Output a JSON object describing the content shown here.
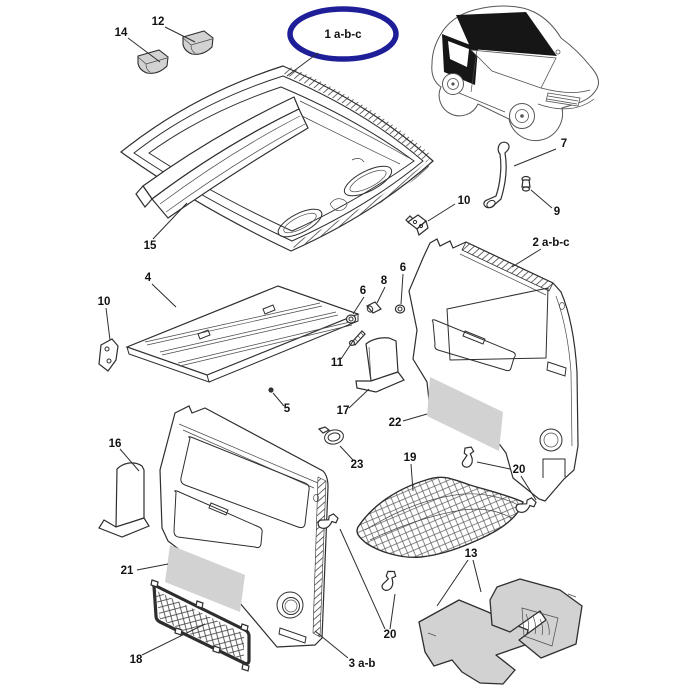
{
  "diagram": {
    "highlighted_part": "1 a-b-c",
    "colors": {
      "highlight": "#1e1e99",
      "shade": "#d2d2d2",
      "line": "#2e2e2e",
      "dark": "#161616",
      "background": "#ffffff"
    },
    "labels": {
      "l14": "14",
      "l12": "12",
      "l1": "1 a-b-c",
      "l7": "7",
      "l9": "9",
      "l10_right": "10",
      "l15": "15",
      "l2": "2 a-b-c",
      "l4": "4",
      "l10_left": "10",
      "l6_left": "6",
      "l8": "8",
      "l6_right": "6",
      "l11": "11",
      "l5": "5",
      "l17": "17",
      "l22": "22",
      "l23": "23",
      "l19": "19",
      "l20_right": "20",
      "l16": "16",
      "l21": "21",
      "l18": "18",
      "l20_bottom": "20",
      "l13": "13",
      "l3": "3 a-b"
    }
  }
}
